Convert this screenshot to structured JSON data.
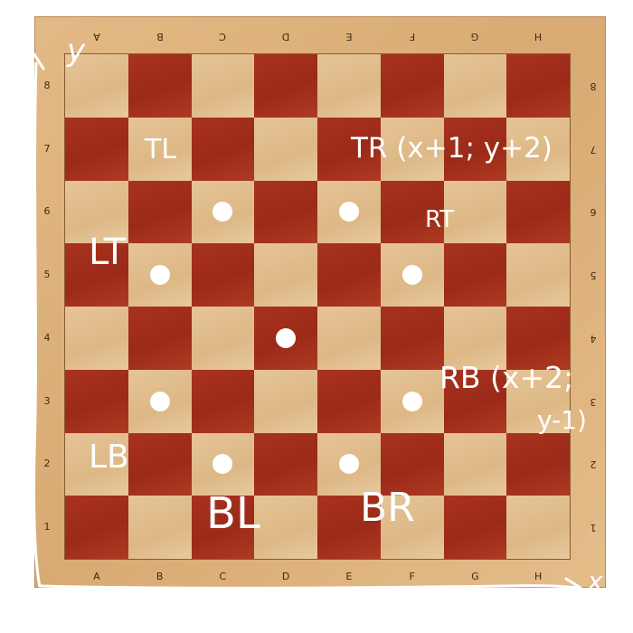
{
  "board": {
    "files_bottom": [
      "A",
      "B",
      "C",
      "D",
      "E",
      "F",
      "G",
      "H"
    ],
    "files_top": [
      "A",
      "B",
      "C",
      "D",
      "E",
      "F",
      "G",
      "H"
    ],
    "ranks_left": [
      "8",
      "7",
      "6",
      "5",
      "4",
      "3",
      "2",
      "1"
    ],
    "ranks_right": [
      "8",
      "7",
      "6",
      "5",
      "4",
      "3",
      "2",
      "1"
    ],
    "light_color": "#e0bc8c",
    "dark_color": "#a02e1c",
    "frame_color": "#dcae78"
  },
  "annotations": {
    "tl": "TL",
    "tr": "TR (x+1; y+2)",
    "rt": "RT",
    "lt": "LT",
    "rb_line1": "RB (x+2;",
    "rb_line2": "y-1)",
    "lb": "LB",
    "bl": "BL",
    "br": "BR"
  },
  "axes": {
    "x_label": "x",
    "y_label": "y",
    "color": "#ffffff"
  },
  "knight_center": "D4",
  "target_squares": [
    "C6",
    "E6",
    "F5",
    "F3",
    "E2",
    "C2",
    "B3",
    "B5"
  ]
}
